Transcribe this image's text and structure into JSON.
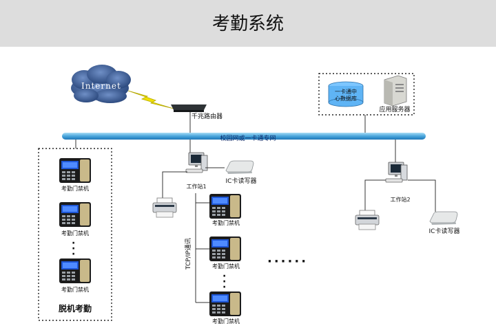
{
  "title": "考勤系统",
  "internet_label": "Internet",
  "router_label": "千兆路由器",
  "network_label": "校园网或一卡通专网",
  "db_label_line1": "一卡通中",
  "db_label_line2": "心数据库",
  "app_server_label": "应用服务器",
  "workstation1_label": "工作站1",
  "workstation2_label": "工作站2",
  "ic_reader_label": "IC卡读写器",
  "terminal_label": "考勤门禁机",
  "tcp_label": "TCP/IP通讯",
  "offline_label": "脱机考勤",
  "more_dots": "······",
  "vertical_dots": "·\n·\n·",
  "colors": {
    "header_bg": "#dddddd",
    "bus": "#5ab0e0",
    "cloud": "#3b5f9a",
    "lightning": "#f2e200"
  }
}
